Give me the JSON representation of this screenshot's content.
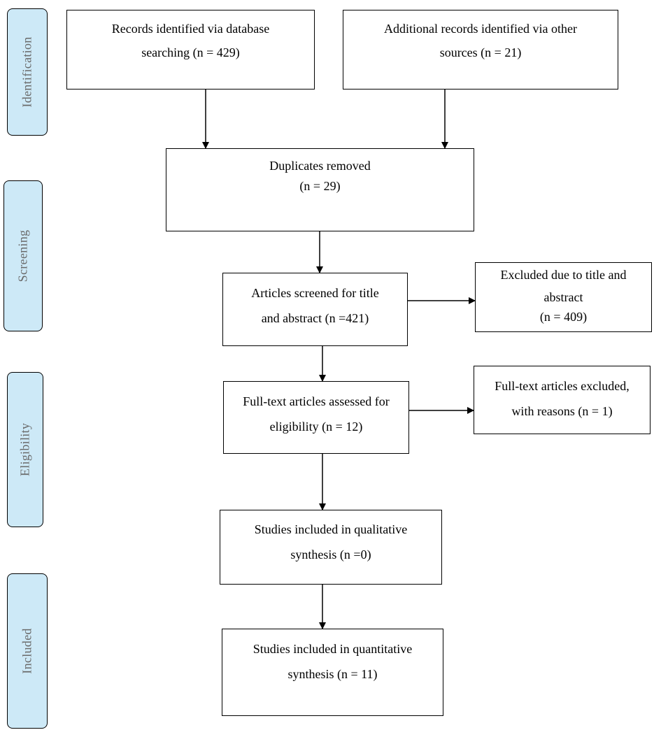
{
  "colors": {
    "stage_fill": "#cde9f7",
    "stage_text": "#6a6a6a",
    "line": "#000000"
  },
  "stages": {
    "identification": "Identification",
    "screening": "Screening",
    "eligibility": "Eligibility",
    "included": "Included"
  },
  "boxes": {
    "database_records": {
      "line1": "Records identified via database",
      "line2": "searching (n = 429)"
    },
    "other_records": {
      "line1": "Additional records identified via other",
      "line2": "sources (n = 21)"
    },
    "duplicates": {
      "line1": "Duplicates removed",
      "line2": "(n = 29)"
    },
    "screened": {
      "line1": "Articles screened for title",
      "line2": "and abstract (n =421)"
    },
    "excluded_title": {
      "line1": "Excluded due to title and",
      "line2": "abstract",
      "line3": "(n = 409)"
    },
    "fulltext_assessed": {
      "line1": "Full-text articles assessed for",
      "line2": "eligibility (n = 12)"
    },
    "fulltext_excluded": {
      "line1": "Full-text articles excluded,",
      "line2": "with reasons (n = 1)"
    },
    "qualitative": {
      "line1": "Studies included in qualitative",
      "line2": "synthesis (n =0)"
    },
    "quantitative": {
      "line1": "Studies included in quantitative",
      "line2": "synthesis (n = 11)"
    }
  }
}
